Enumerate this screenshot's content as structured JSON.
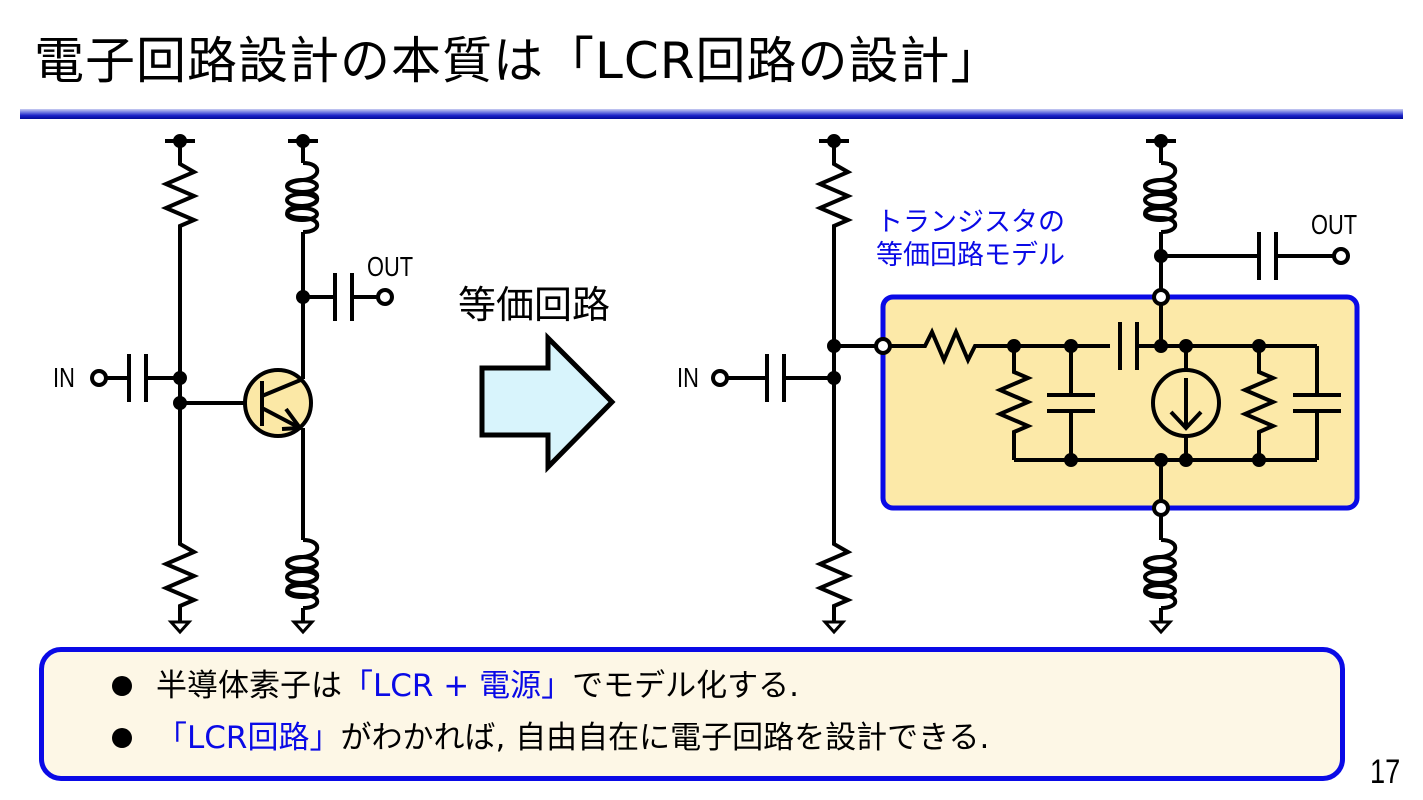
{
  "slide": {
    "title": "電子回路設計の本質は「LCR回路の設計」",
    "page_number": "17"
  },
  "diagram": {
    "left_circuit": {
      "input_label": "IN",
      "output_label": "OUT",
      "transistor_fill": "#fbe8a6"
    },
    "arrow": {
      "label": "等価回路",
      "fill": "#d8f4fc"
    },
    "right_circuit": {
      "input_label": "IN",
      "output_label": "OUT",
      "model_label_line1": "トランジスタの",
      "model_label_line2": "等価回路モデル",
      "model_box_fill": "#fce9a8",
      "model_box_border": "#0a0ae6"
    }
  },
  "summary": {
    "bullets": [
      {
        "pre": "半導体素子は",
        "highlight": "「LCR + 電源」",
        "post": "でモデル化する."
      },
      {
        "pre": "",
        "highlight": "「LCR回路」",
        "post": "がわかれば, 自由自在に電子回路を設計できる."
      }
    ],
    "highlight_color": "#0a0ae6",
    "background": "#fdf7e6"
  }
}
